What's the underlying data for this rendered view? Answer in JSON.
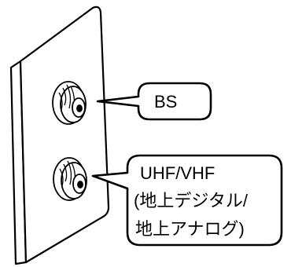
{
  "callouts": {
    "top": {
      "line1": "BS"
    },
    "bottom": {
      "line1": "UHF/VHF",
      "line2": "(地上デジタル/",
      "line3": "地上アナログ)"
    }
  },
  "connectors": [
    {
      "name": "bs-terminal-icon",
      "kind": "coaxial-f-connector"
    },
    {
      "name": "uhf-vhf-terminal-icon",
      "kind": "coaxial-f-connector"
    }
  ],
  "colors": {
    "stroke": "#000000",
    "fill": "#ffffff"
  }
}
